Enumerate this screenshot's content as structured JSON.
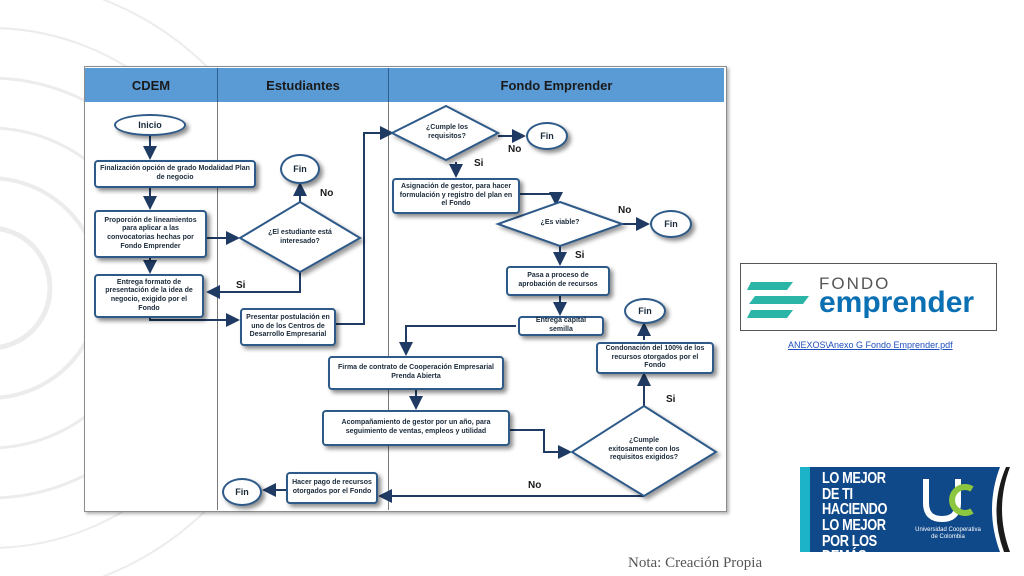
{
  "lanes": {
    "cdem": "CDEM",
    "estudiantes": "Estudiantes",
    "fondo": "Fondo Emprender"
  },
  "nodes": {
    "inicio": "Inicio",
    "finalizacion": "Finalización opción de grado Modalidad  Plan de negocio",
    "fin_est": "Fin",
    "proporcion": "Proporción de lineamientos para aplicar a las convocatorias hechas por Fondo Emprender",
    "interesado": "¿El estudiante está interesado?",
    "entrega_formato": "Entrega formato de presentación de la idea de negocio, exigido por el Fondo",
    "presentar": "Presentar postulación en uno de los Centros de Desarrollo Empresarial",
    "cumple": "¿Cumple los requisitos?",
    "fin_req": "Fin",
    "asignacion": "Asignación de gestor, para hacer formulación y registro del plan en el Fondo",
    "viable": "¿Es viable?",
    "fin_viable": "Fin",
    "aprobacion": "Pasa a proceso de aprobación de recursos",
    "capital": "Entrega capital semilla",
    "fin_condona": "Fin",
    "condonacion": "Condonación del 100% de los recursos otorgados por el Fondo",
    "firma": "Firma de contrato de Cooperación Empresarial Prenda Abierta",
    "acompanamiento": "Acompañamiento de gestor por un año, para seguimiento de ventas, empleos y utilidad",
    "exitoso": "¿Cumple exitosamente con los requisitos exigidos?",
    "hacer_pago": "Hacer pago de recursos otorgados por el Fondo",
    "fin_pago": "Fin"
  },
  "labels": {
    "no_interesado": "No",
    "si_interesado": "Si",
    "no_cumple": "No",
    "si_cumple": "Si",
    "no_viable": "No",
    "si_viable": "Si",
    "si_exitoso": "Si",
    "no_exitoso": "No"
  },
  "logo_fondo": {
    "word_top": "FONDO",
    "word_bottom": "emprender",
    "colors": {
      "teal": "#2bb5a6",
      "blue": "#0a6fb3"
    }
  },
  "link_anexo": "ANEXOS\\Anexo G Fondo Emprender.pdf",
  "nota": "Nota: Creación Propia",
  "ucc": {
    "slogan_lines": [
      "LO MEJOR",
      "DE TI",
      "HACIENDO",
      "LO MEJOR",
      "POR LOS",
      "DEMÁS"
    ],
    "name": "Universidad Cooperativa de Colombia"
  },
  "colors": {
    "lane_header": "#5b9bd5",
    "shape_border": "#2e5a8a",
    "arrow": "#1f3b63",
    "ucc_blue": "#10498a"
  }
}
